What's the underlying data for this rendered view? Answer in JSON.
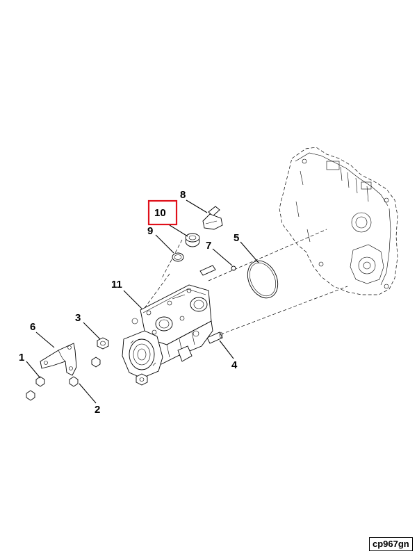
{
  "callouts": {
    "c1": "1",
    "c2": "2",
    "c3": "3",
    "c4": "4",
    "c5": "5",
    "c6": "6",
    "c7": "7",
    "c8": "8",
    "c9": "9",
    "c10": "10",
    "c11": "11"
  },
  "highlight": {
    "callout": "10",
    "color": "#e0101a"
  },
  "reference_code": "cp967gn"
}
